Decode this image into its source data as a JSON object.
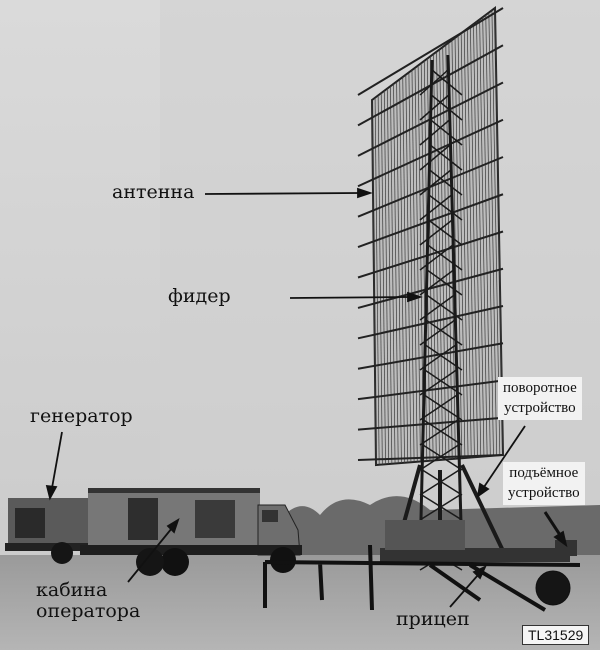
{
  "labels": {
    "antenna": "антенна",
    "feeder": "фидер",
    "generator": "генератор",
    "operator_cabin_line1": "кабина",
    "operator_cabin_line2": "оператора",
    "rotator_line1": "поворотное",
    "rotator_line2": "устройство",
    "lift_line1": "подъёмное",
    "lift_line2": "устройство",
    "trailer": "прицеп"
  },
  "photo_code": "TL31529"
}
